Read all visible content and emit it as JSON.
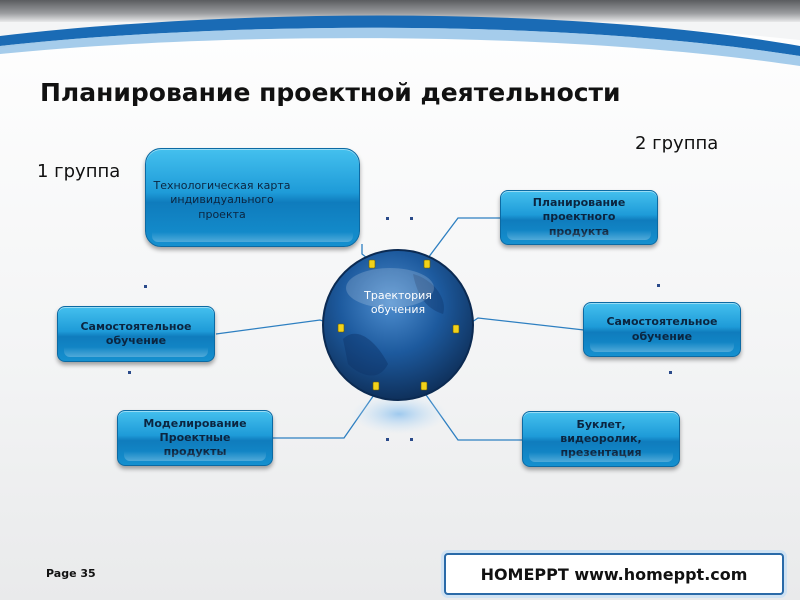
{
  "title": "Планирование проектной деятельности",
  "group1_label": "1 группа",
  "group2_label": "2 группа",
  "center": {
    "line1": "Траектория",
    "line2": "обучения"
  },
  "left_boxes": {
    "tech_map": {
      "line1": "Технологическая карта",
      "line2": "индивидуального",
      "line3": "проекта"
    },
    "self_study": {
      "line1": "Самостоятельное",
      "line2": "обучение"
    },
    "modeling": {
      "line1": "Моделирование",
      "line2": "Проектные",
      "line3": "продукты"
    }
  },
  "right_boxes": {
    "planning": {
      "line1": "Планирование",
      "line2": "проектного",
      "line3": "продукта"
    },
    "self_study": {
      "line1": "Самостоятельное",
      "line2": "обучение"
    },
    "booklet": {
      "line1": "Буклет,",
      "line2": "видеоролик,",
      "line3": "презентация"
    }
  },
  "footer": {
    "page": "Page  35",
    "brand": "HOMEPPT  www.homeppt.com"
  },
  "colors": {
    "box_blue": "#1e9bd8",
    "globe_dark": "#0d2f5c",
    "connector": "#2d7fc1",
    "band_blue": "#1a6bb5"
  }
}
